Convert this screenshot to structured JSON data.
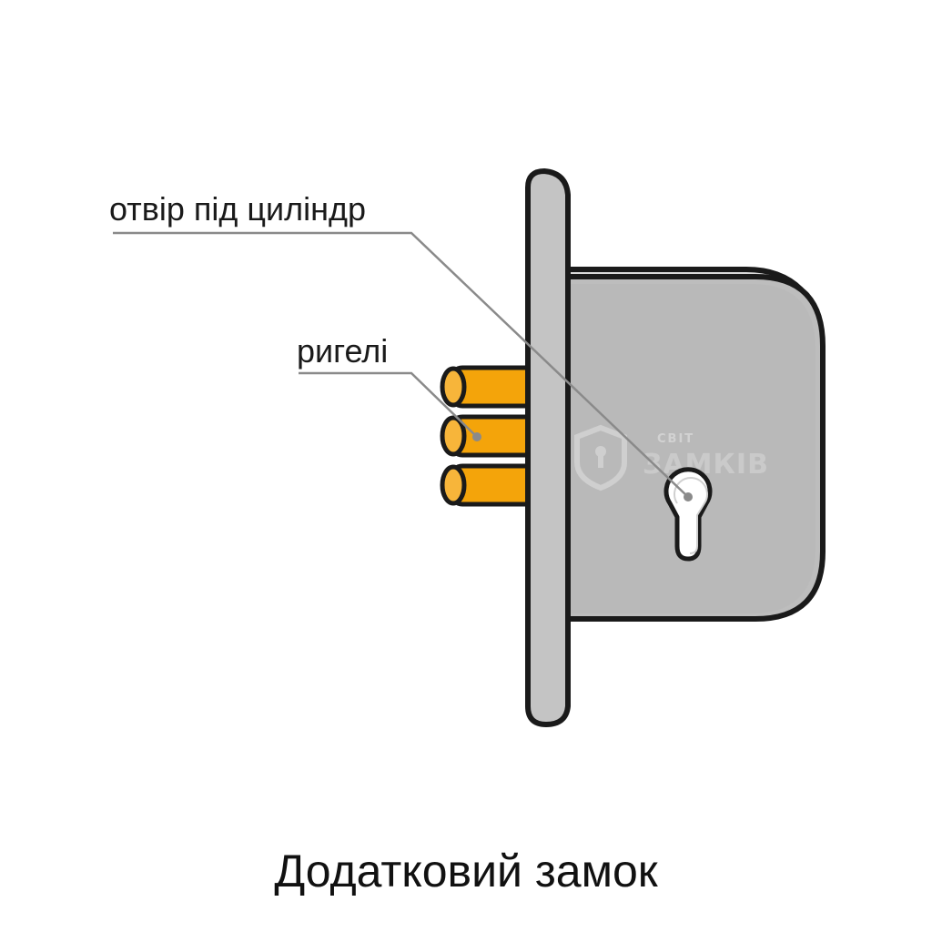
{
  "diagram": {
    "title": "Додатковий замок",
    "labels": {
      "cylinder_hole": "отвір під циліндр",
      "bolts": "ригелі"
    },
    "watermark": {
      "small": "СВІТ",
      "large": "ЗАМКІВ"
    },
    "colors": {
      "outline": "#1a1a1a",
      "lock_body": "#bdbdbd",
      "faceplate": "#c4c4c4",
      "bolt": "#f4a40a",
      "bolt_end": "#f7b53a",
      "leader_line": "#8a8a8a",
      "keyhole": "#ffffff"
    },
    "icons": [
      "shield-keyhole-icon"
    ]
  }
}
